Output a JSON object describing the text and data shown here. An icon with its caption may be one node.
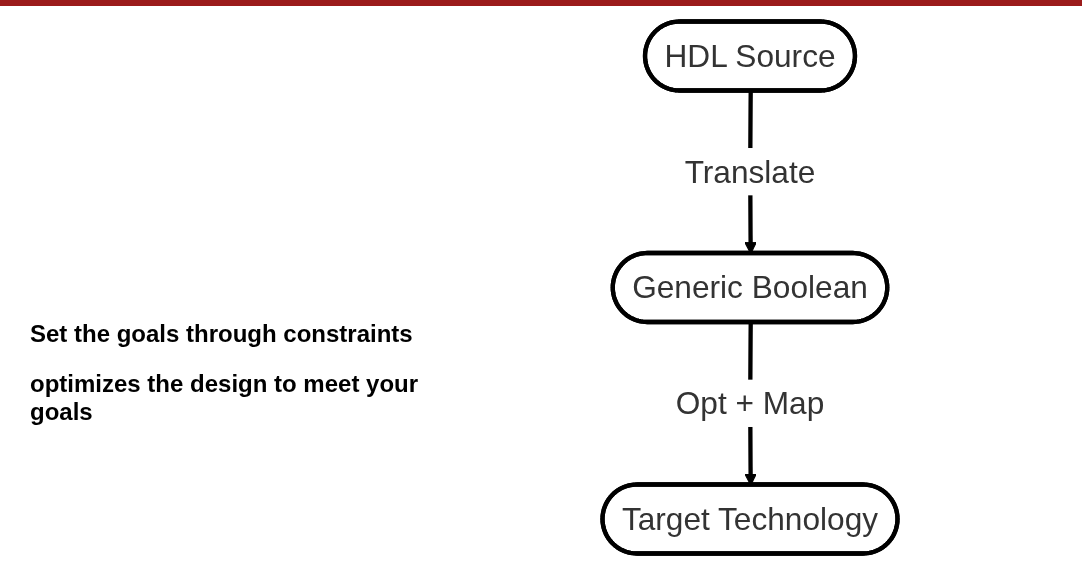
{
  "diagram": {
    "nodes": [
      {
        "text": [
          "HDL Source"
        ]
      },
      {
        "text": [
          "Generic Boolean"
        ]
      },
      {
        "text": [
          "Target Technology"
        ]
      }
    ],
    "edges": [
      {
        "from": 0,
        "to": 1,
        "arrow": "to",
        "label": "Translate"
      },
      {
        "from": 1,
        "to": 2,
        "arrow": "to",
        "label": "Opt + Map"
      }
    ],
    "labels": [
      "Set the goals through constraints",
      "optimizes the design to meet your goals"
    ]
  }
}
